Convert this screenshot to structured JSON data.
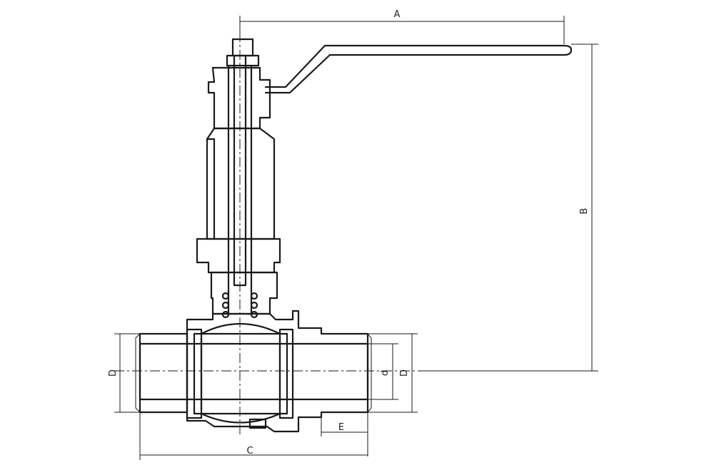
{
  "drawing": {
    "dimensions": {
      "A": "A",
      "B": "B",
      "C": "C",
      "D_left": "D",
      "D_right": "D",
      "d": "d",
      "E": "E"
    }
  }
}
